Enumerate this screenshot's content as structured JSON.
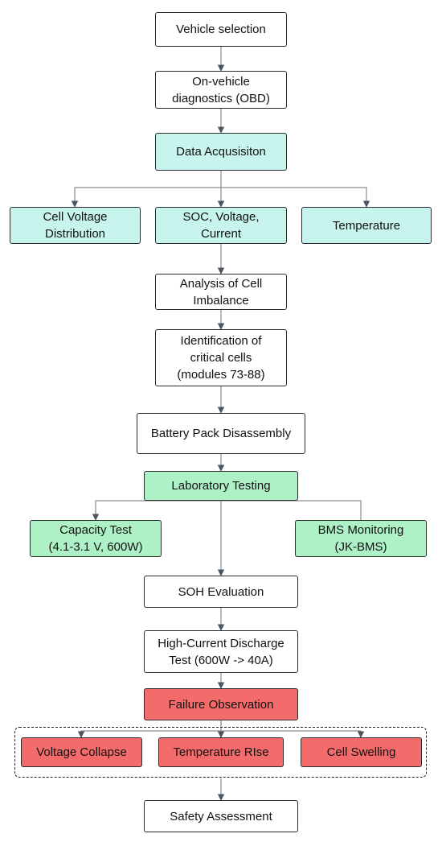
{
  "nodes": {
    "vehicle_selection": "Vehicle selection",
    "obd": "On-vehicle\ndiagnostics (OBD)",
    "data_acquisition": "Data Acqusisiton",
    "cell_voltage": "Cell Voltage\nDistribution",
    "soc_voltage_current": "SOC, Voltage,\nCurrent",
    "temperature": "Temperature",
    "cell_imbalance": "Analysis of Cell\nImbalance",
    "critical_cells": "Identification of\ncritical cells\n(modules 73-88)",
    "disassembly": "Battery Pack Disassembly",
    "lab_testing": "Laboratory Testing",
    "capacity_test": "Capacity Test\n(4.1-3.1 V, 600W)",
    "bms_monitoring": "BMS Monitoring\n(JK-BMS)",
    "soh_evaluation": "SOH Evaluation",
    "high_current": "High-Current Discharge\nTest (600W -> 40A)",
    "failure_observation": "Failure Observation",
    "voltage_collapse": "Voltage Collapse",
    "temperature_rise": "Temperature RIse",
    "cell_swelling": "Cell Swelling",
    "safety_assessment": "Safety Assessment"
  },
  "colors": {
    "neutral": "#ffffff",
    "acquisition": "#c8f4ee",
    "laboratory": "#aef1c7",
    "failure": "#f46b6b",
    "connector": "#8a8a8a",
    "arrowhead": "#4a5560"
  }
}
